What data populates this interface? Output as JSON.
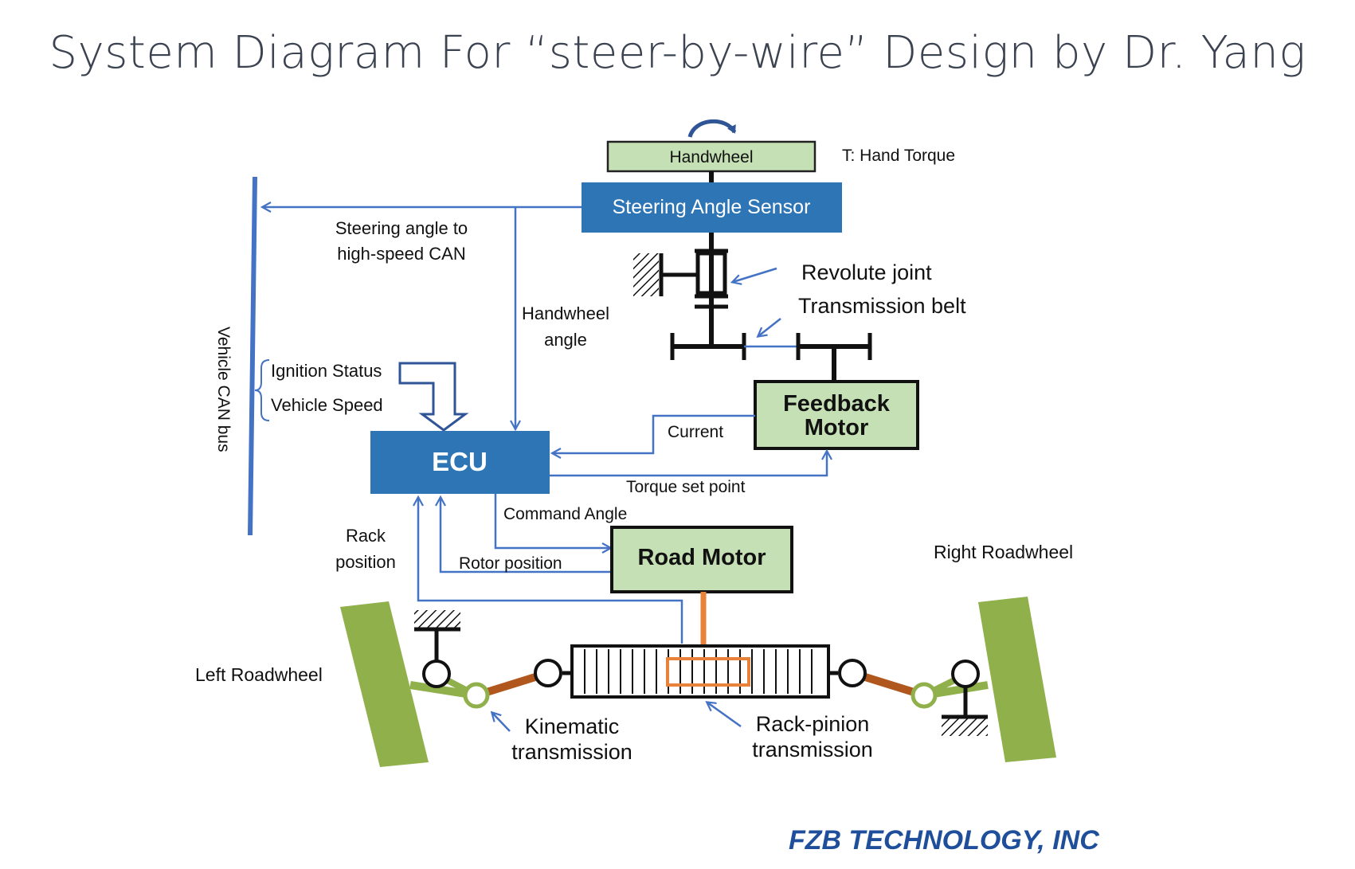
{
  "title": "System Diagram For “steer-by-wire” Design by Dr.  Yang",
  "footer": "FZB TECHNOLOGY, INC",
  "blocks": {
    "handwheel": "Handwheel",
    "steering_angle_sensor": "Steering Angle Sensor",
    "ecu": "ECU",
    "feedback_motor_line1": "Feedback",
    "feedback_motor_line2": "Motor",
    "road_motor": "Road Motor"
  },
  "labels": {
    "hand_torque": "T: Hand Torque",
    "steering_angle_to_line1": "Steering angle to",
    "steering_angle_to_line2": "high-speed CAN",
    "handwheel_angle_line1": "Handwheel",
    "handwheel_angle_line2": "angle",
    "vehicle_can_bus": "Vehicle CAN bus",
    "ignition_status": "Ignition Status",
    "vehicle_speed": "Vehicle Speed",
    "revolute_joint": "Revolute joint",
    "transmission_belt": "Transmission belt",
    "current": "Current",
    "torque_set_point": "Torque set point",
    "command_angle": "Command Angle",
    "rack_position_line1": "Rack",
    "rack_position_line2": "position",
    "rotor_position": "Rotor position",
    "right_roadwheel": "Right Roadwheel",
    "left_roadwheel": "Left Roadwheel",
    "kinematic_line1": "Kinematic",
    "kinematic_line2": "transmission",
    "rack_pinion_line1": "Rack-pinion",
    "rack_pinion_line2": "transmission"
  },
  "colors": {
    "signal_line": "#4472c4",
    "block_blue": "#2e75b6",
    "block_green": "#c5e0b4",
    "wheel_green": "#8fb04a",
    "link_brown": "#b0571e",
    "rack_orange": "#e8823a",
    "title_text": "#3b4250",
    "footer_text": "#1f4f9a"
  }
}
